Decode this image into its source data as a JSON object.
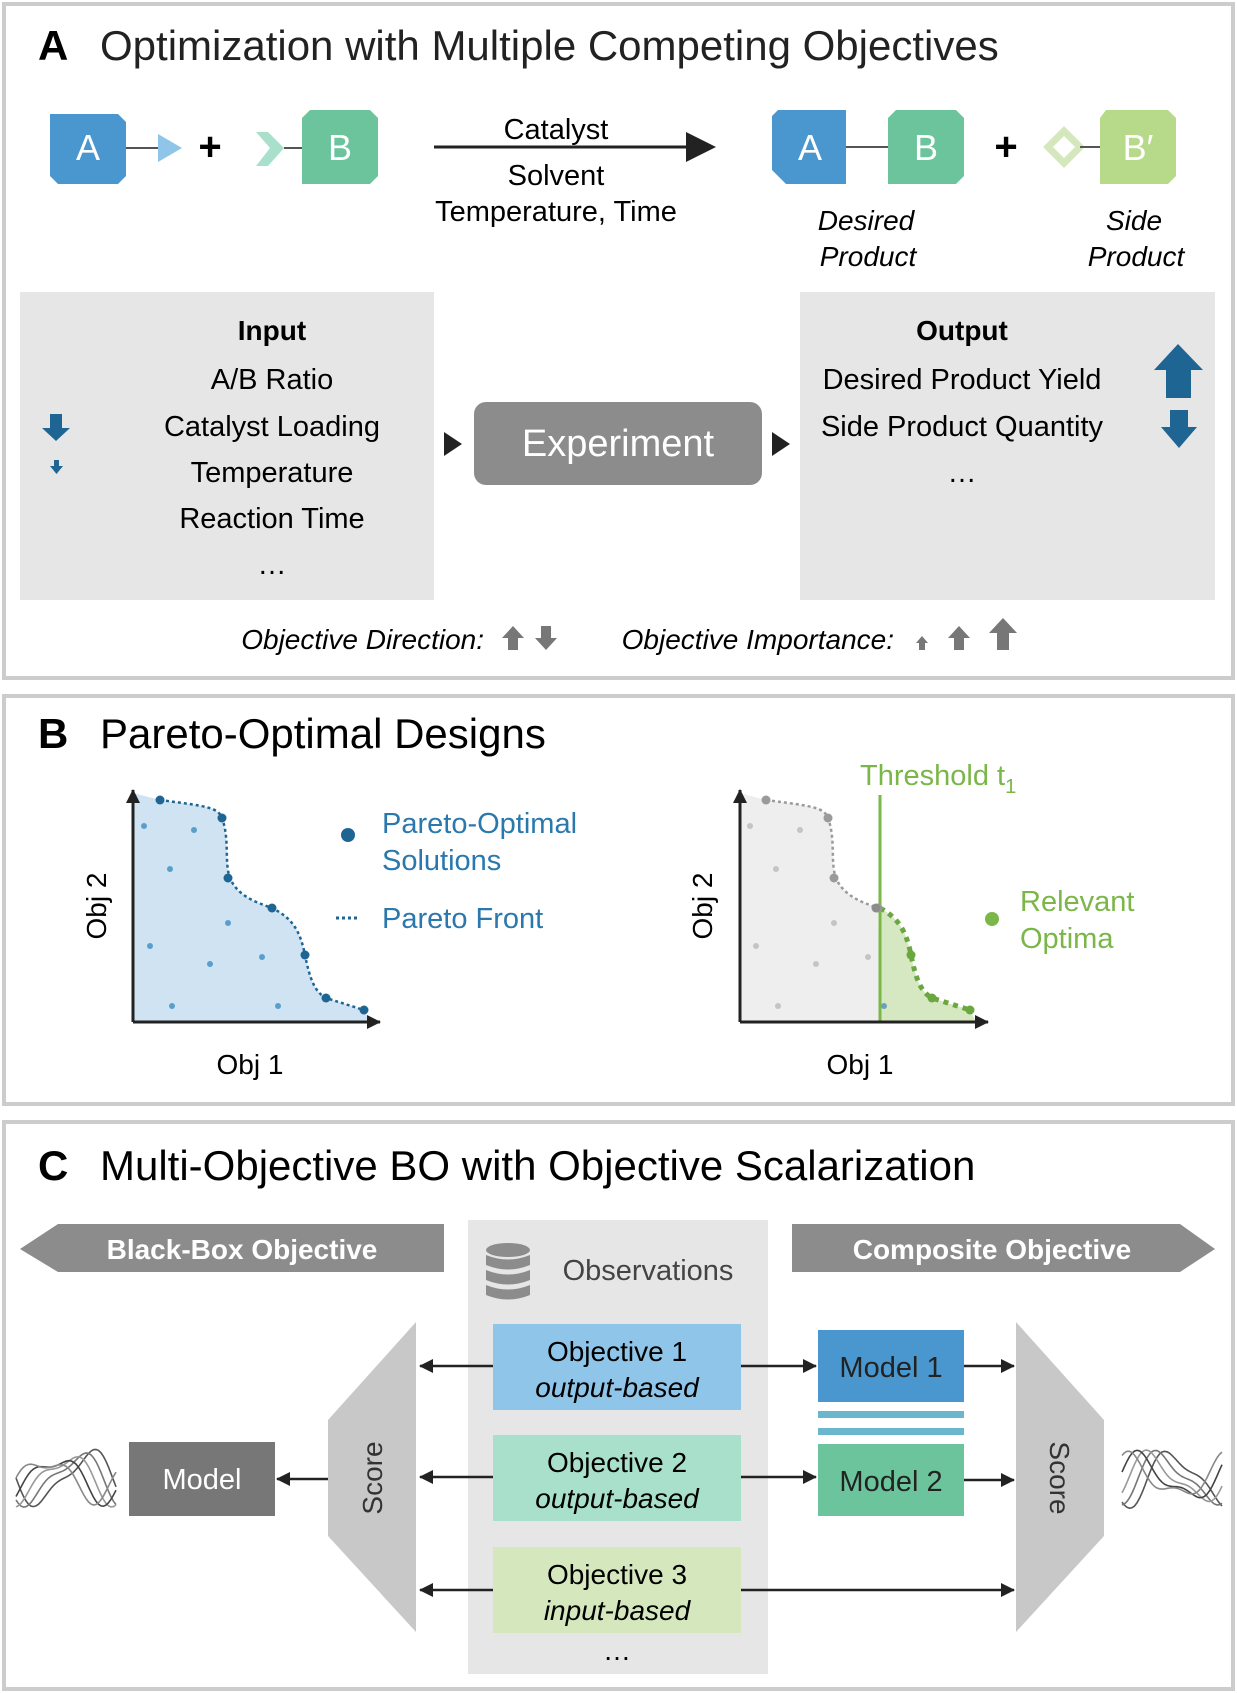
{
  "panelA": {
    "letter": "A",
    "title": "Optimization with Multiple Competing Objectives",
    "reaction": {
      "reactant1": "A",
      "reactant2": "B",
      "plus1": "+",
      "cond1": "Catalyst",
      "cond2": "Solvent",
      "cond3": "Temperature, Time",
      "product_a": "A",
      "product_b": "B",
      "plus2": "+",
      "side": "B′",
      "desired1": "Desired",
      "desired2": "Product",
      "side1": "Side",
      "side2": "Product"
    },
    "input": {
      "title": "Input",
      "items": [
        "A/B Ratio",
        "Catalyst Loading",
        "Temperature",
        "Reaction Time",
        "…"
      ]
    },
    "experiment": "Experiment",
    "output": {
      "title": "Output",
      "items": [
        "Desired Product Yield",
        "Side Product Quantity",
        "…"
      ]
    },
    "legend": {
      "direction": "Objective Direction:",
      "importance": "Objective Importance:"
    },
    "colors": {
      "blue": "#4a97cf",
      "green": "#6cc49c",
      "lightgreen": "#b6d98a",
      "arrowblue": "#1f6594"
    }
  },
  "panelB": {
    "letter": "B",
    "title": "Pareto-Optimal Designs",
    "left": {
      "xlabel": "Obj 1",
      "ylabel": "Obj 2"
    },
    "right": {
      "xlabel": "Obj 1",
      "ylabel": "Obj 2"
    },
    "legend": {
      "pareto1": "Pareto-Optimal",
      "pareto2": "Solutions",
      "front": "Pareto Front",
      "threshold": "Threshold t",
      "threshold_sub": "1",
      "relevant1": "Relevant",
      "relevant2": "Optima"
    }
  },
  "panelC": {
    "letter": "C",
    "title": "Multi-Objective BO with Objective Scalarization",
    "blackbox": "Black-Box Objective",
    "composite": "Composite Objective",
    "observations": "Observations",
    "objectives": [
      {
        "name": "Objective 1",
        "kind": "output-based"
      },
      {
        "name": "Objective 2",
        "kind": "output-based"
      },
      {
        "name": "Objective 3",
        "kind": "input-based"
      }
    ],
    "more": "…",
    "model_left": "Model",
    "model1": "Model 1",
    "model2": "Model 2",
    "score_left": "Score",
    "score_right": "Score"
  }
}
